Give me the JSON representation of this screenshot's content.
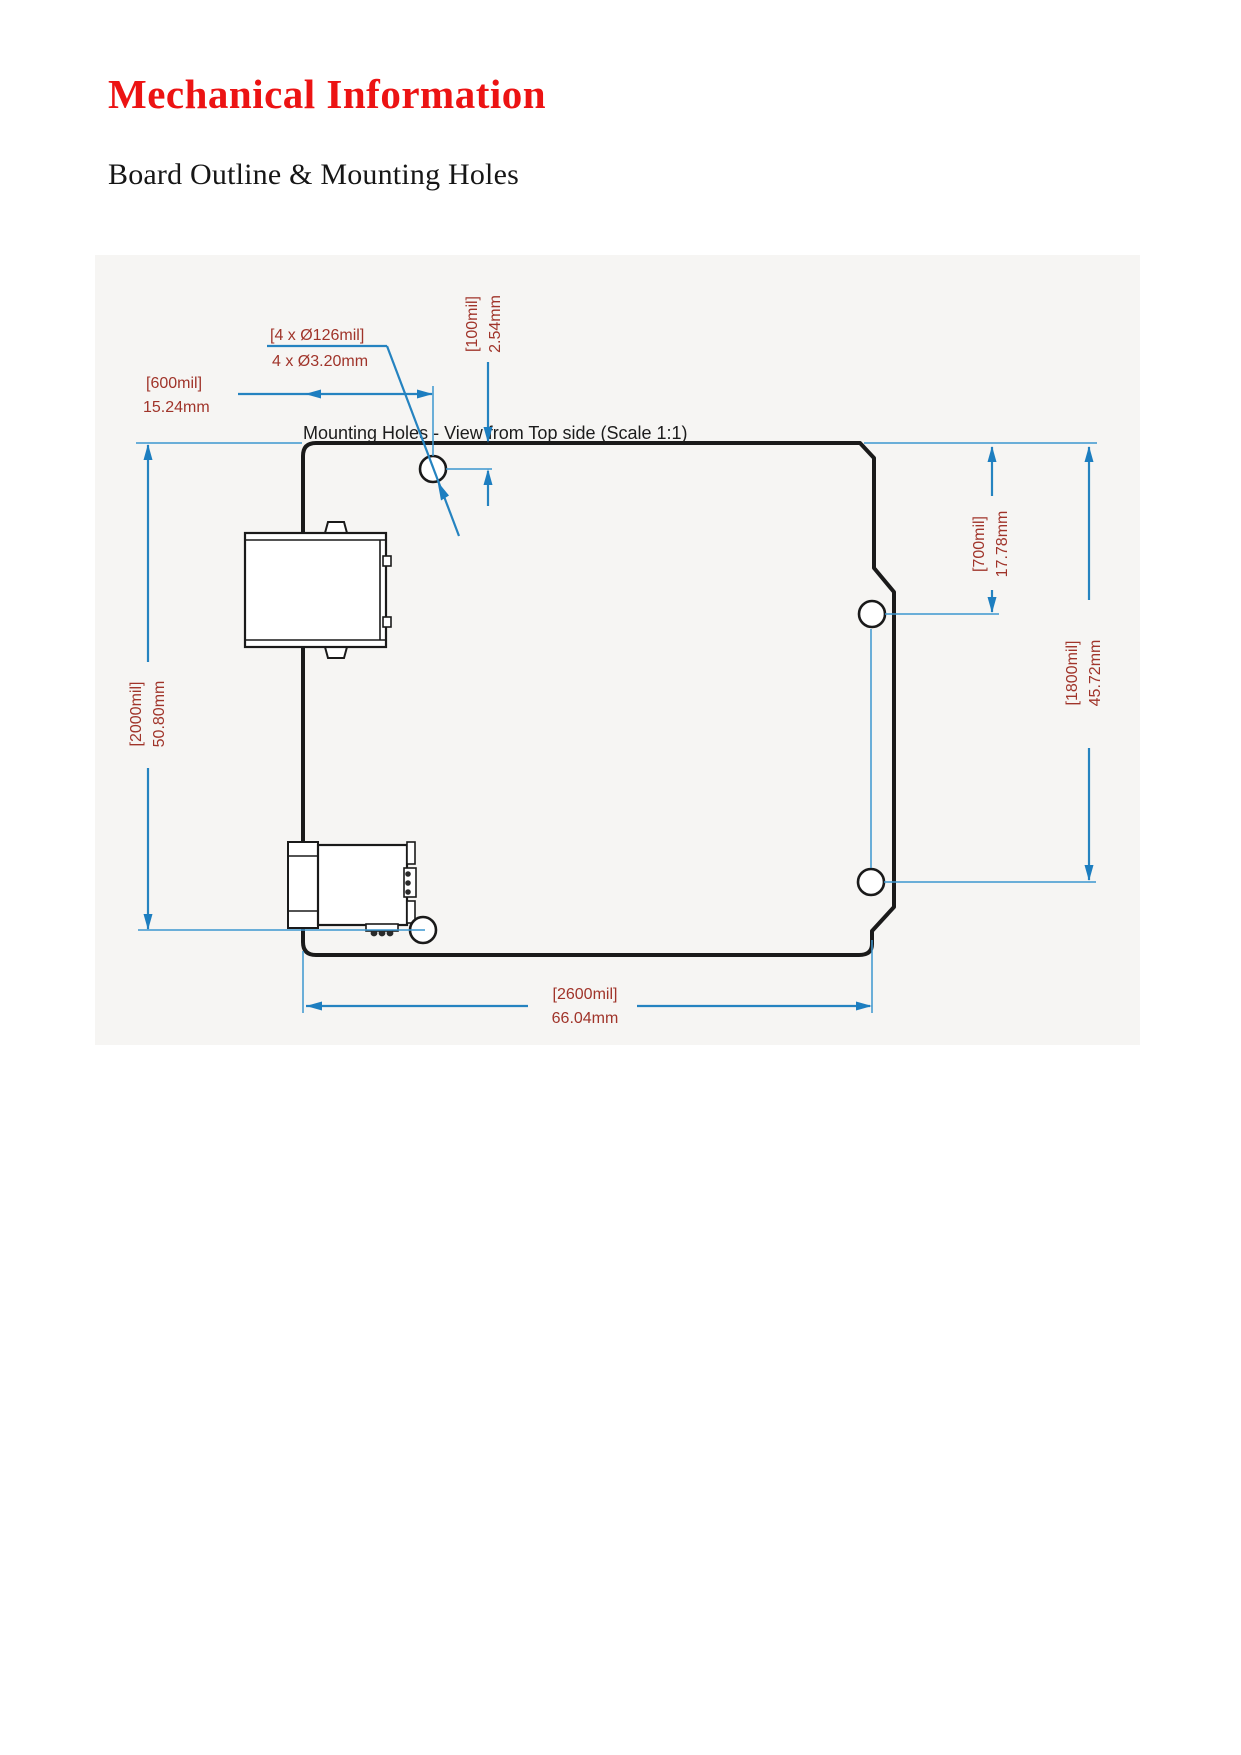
{
  "page": {
    "title": "Mechanical Information",
    "subtitle": "Board Outline & Mounting Holes"
  },
  "diagram": {
    "caption": "Mounting Holes - View from Top side (Scale 1:1)",
    "hole_note": {
      "mil": "[4 x Ø126mil]",
      "mm": "4 x Ø3.20mm"
    },
    "dims": {
      "d600": {
        "mil": "[600mil]",
        "mm": "15.24mm"
      },
      "d100": {
        "mil": "[100mil]",
        "mm": "2.54mm"
      },
      "d700": {
        "mil": "[700mil]",
        "mm": "17.78mm"
      },
      "d1800": {
        "mil": "[1800mil]",
        "mm": "45.72mm"
      },
      "d2000": {
        "mil": "[2000mil]",
        "mm": "50.80mm"
      },
      "d2600": {
        "mil": "[2600mil]",
        "mm": "66.04mm"
      }
    },
    "colors": {
      "title_red": "#ec1313",
      "label_red": "#a0342a",
      "dimension_blue": "#2583c0",
      "outline_black": "#1a1a1a",
      "diagram_background": "#f6f5f3"
    }
  }
}
